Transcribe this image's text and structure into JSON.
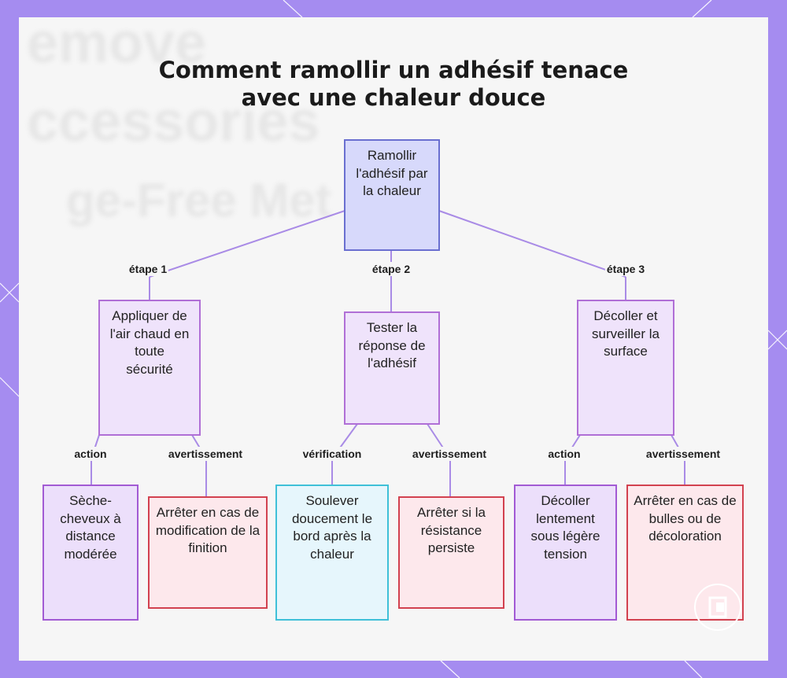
{
  "title_line1": "Comment ramollir un adhésif tenace",
  "title_line2": "avec une chaleur douce",
  "colors": {
    "background_frame": "#a58cf0",
    "edge": "#a98be6",
    "root_fill": "#d7d9fb",
    "root_border": "#6a6fd0",
    "step_fill": "#efe3fb",
    "step_border": "#b06fd6",
    "warning_border": "#d2414f",
    "check_border": "#3fc0d8"
  },
  "nodes": {
    "root": "Ramollir l'adhésif par la chaleur",
    "step1": "Appliquer de l'air chaud en toute sécurité",
    "step2": "Tester la réponse de l'adhésif",
    "step3": "Décoller et surveiller la surface",
    "leaf1": "Sèche-cheveux à distance modérée",
    "leaf2": "Arrêter en cas de modification de la finition",
    "leaf3": "Soulever doucement le bord après la chaleur",
    "leaf4": "Arrêter si la résistance persiste",
    "leaf5": "Décoller lentement sous légère tension",
    "leaf6": "Arrêter en cas de bulles ou de décoloration"
  },
  "edge_labels": {
    "step1": "étape 1",
    "step2": "étape 2",
    "step3": "étape 3",
    "leaf1": "action",
    "leaf2": "avertissement",
    "leaf3": "vérification",
    "leaf4": "avertissement",
    "leaf5": "action",
    "leaf6": "avertissement"
  },
  "background_text": [
    "emove",
    "ccessories",
    "ge-Free Met"
  ],
  "logo_icon": "brand-logo-icon"
}
